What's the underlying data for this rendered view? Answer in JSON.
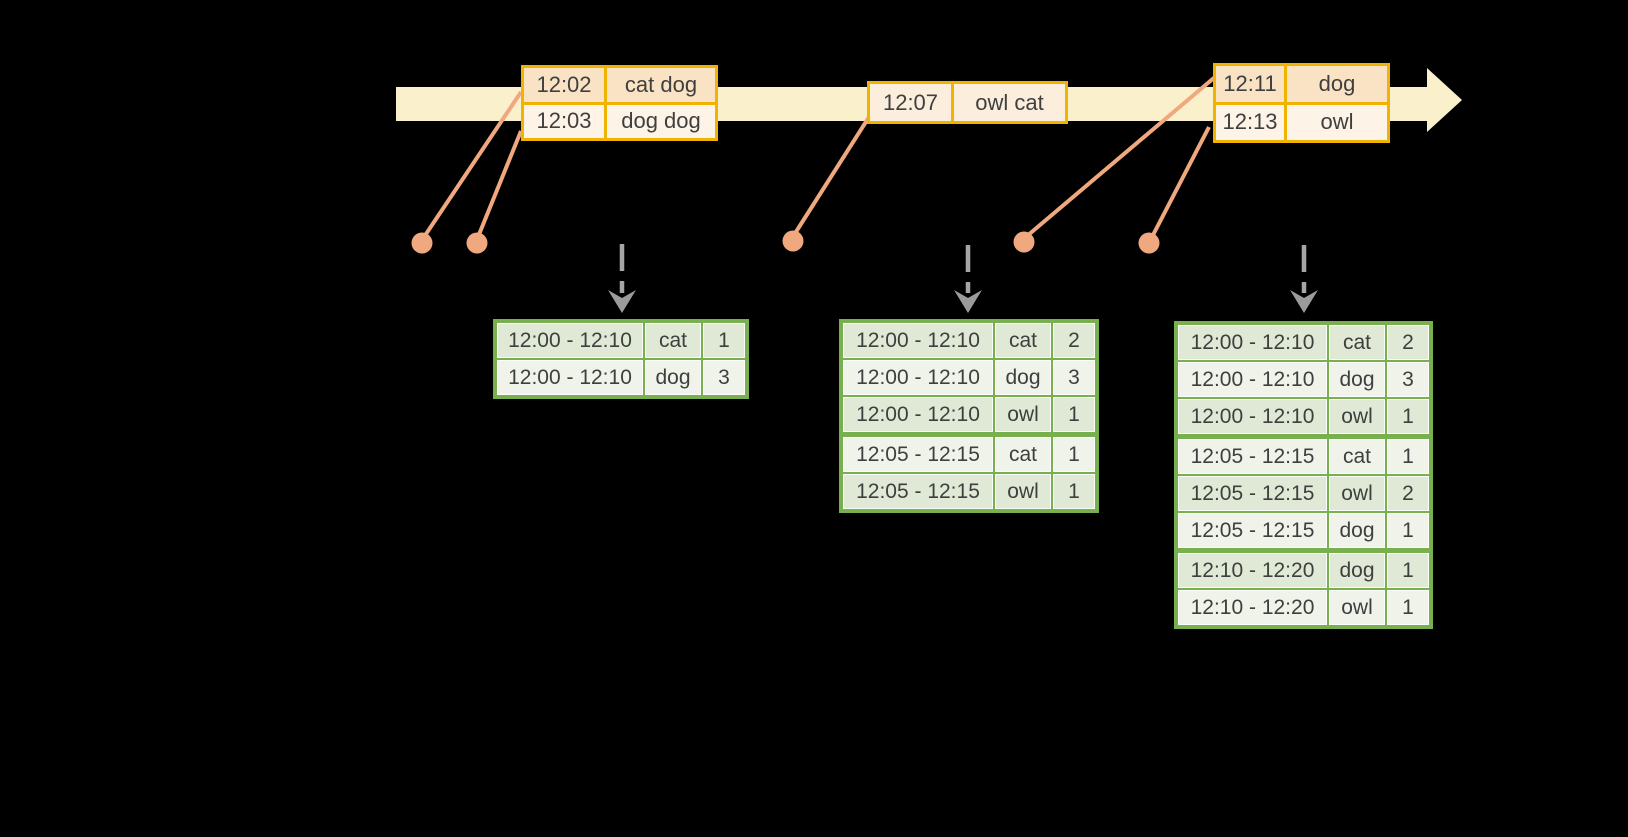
{
  "colors": {
    "background": "#000000",
    "timeline_fill": "#FAF0CB",
    "event_border": "#F0B400",
    "event_row_peach": "#FAE2C4",
    "event_row_cream": "#FDF3E6",
    "connector_salmon": "#F0A87E",
    "trigger_arrow_gray": "#A6A6A6",
    "table_border_green": "#79B04F",
    "table_row_dark": "#DFE9D5",
    "table_row_light": "#EFF3EA",
    "text": "#3F3F3F"
  },
  "timeline": {
    "events": [
      {
        "time": "12:02",
        "words": "cat dog"
      },
      {
        "time": "12:03",
        "words": "dog dog"
      },
      {
        "time": "12:07",
        "words": "owl cat"
      },
      {
        "time": "12:11",
        "words": "dog"
      },
      {
        "time": "12:13",
        "words": "owl"
      }
    ]
  },
  "result_tables": [
    {
      "rows": [
        {
          "window": "12:00 - 12:10",
          "word": "cat",
          "count": "1"
        },
        {
          "window": "12:00 - 12:10",
          "word": "dog",
          "count": "3"
        }
      ]
    },
    {
      "rows": [
        {
          "window": "12:00 - 12:10",
          "word": "cat",
          "count": "2"
        },
        {
          "window": "12:00 - 12:10",
          "word": "dog",
          "count": "3"
        },
        {
          "window": "12:00 - 12:10",
          "word": "owl",
          "count": "1"
        },
        {
          "window": "12:05 - 12:15",
          "word": "cat",
          "count": "1"
        },
        {
          "window": "12:05 - 12:15",
          "word": "owl",
          "count": "1"
        }
      ]
    },
    {
      "rows": [
        {
          "window": "12:00 - 12:10",
          "word": "cat",
          "count": "2"
        },
        {
          "window": "12:00 - 12:10",
          "word": "dog",
          "count": "3"
        },
        {
          "window": "12:00 - 12:10",
          "word": "owl",
          "count": "1"
        },
        {
          "window": "12:05 - 12:15",
          "word": "cat",
          "count": "1"
        },
        {
          "window": "12:05 - 12:15",
          "word": "owl",
          "count": "2"
        },
        {
          "window": "12:05 - 12:15",
          "word": "dog",
          "count": "1"
        },
        {
          "window": "12:10 - 12:20",
          "word": "dog",
          "count": "1"
        },
        {
          "window": "12:10 - 12:20",
          "word": "owl",
          "count": "1"
        }
      ]
    }
  ]
}
